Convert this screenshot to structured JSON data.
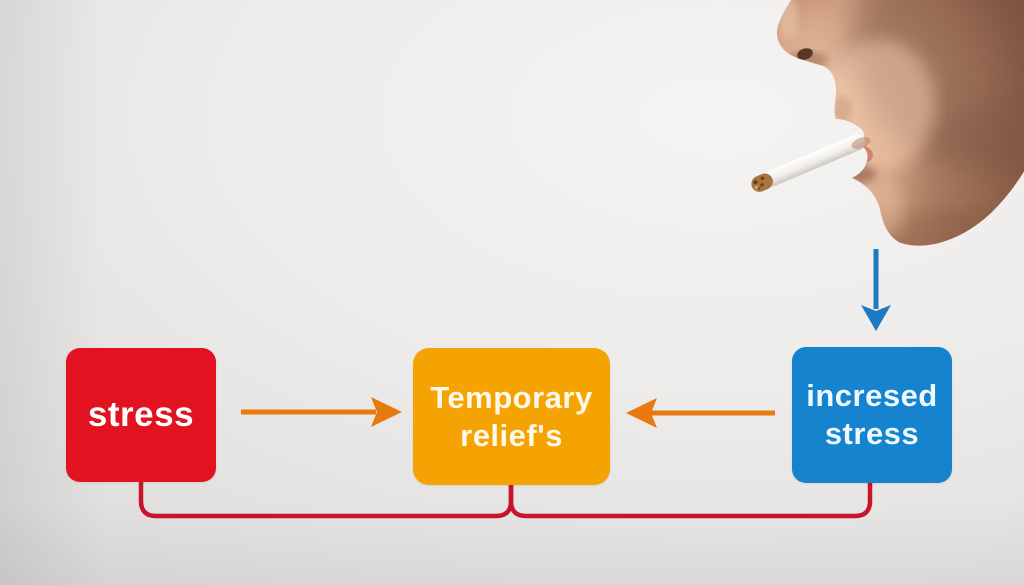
{
  "diagram": {
    "nodes": [
      {
        "id": "stress",
        "label": "stress"
      },
      {
        "id": "temporary-relief",
        "label": "Temporary\nrelief's"
      },
      {
        "id": "increased-stress",
        "label": "incresed\nstress"
      }
    ],
    "connections": [
      {
        "from": "stress",
        "to": "temporary-relief",
        "style": "orange-arrow-right"
      },
      {
        "from": "increased-stress",
        "to": "temporary-relief",
        "style": "orange-arrow-left"
      },
      {
        "from": "cigarette-photo",
        "to": "increased-stress",
        "style": "blue-arrow-down"
      },
      {
        "from": "stress",
        "to": "temporary-relief",
        "style": "red-bottom-bracket"
      },
      {
        "from": "temporary-relief",
        "to": "increased-stress",
        "style": "red-bottom-bracket"
      }
    ],
    "illustration_icons": [
      "face-profile-photo",
      "cigarette-icon"
    ]
  },
  "colors": {
    "stress_box": "#e31220",
    "relief_box": "#f5a303",
    "increased_box": "#1583cd",
    "arrow_orange": "#e8790f",
    "arrow_blue": "#1b7ac1",
    "connector_red": "#c8132a",
    "box_text": "#ffffff"
  }
}
